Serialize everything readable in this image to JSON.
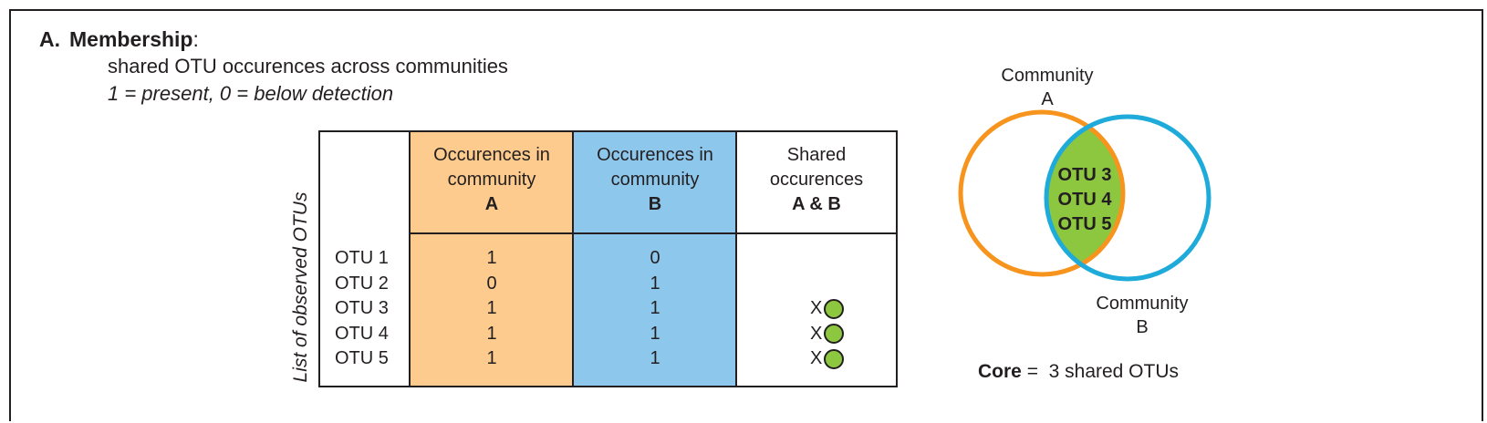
{
  "panel": {
    "letter": "A.",
    "title": "Membership",
    "title_suffix": ":",
    "subtitle": "shared OTU occurences across communities",
    "legend_note": "1 = present, 0 = below detection"
  },
  "table": {
    "row_axis_label": "List of observed OTUs",
    "headers": {
      "a": {
        "line1": "Occurences in",
        "line2": "community",
        "strong": "A"
      },
      "b": {
        "line1": "Occurences in",
        "line2": "community",
        "strong": "B"
      },
      "shared": {
        "line1": "Shared",
        "line2": "occurences",
        "strong": "A & B"
      }
    },
    "rows": [
      {
        "otu": "OTU 1",
        "a": "1",
        "b": "0",
        "shared": ""
      },
      {
        "otu": "OTU 2",
        "a": "0",
        "b": "1",
        "shared": ""
      },
      {
        "otu": "OTU 3",
        "a": "1",
        "b": "1",
        "shared": "X"
      },
      {
        "otu": "OTU 4",
        "a": "1",
        "b": "1",
        "shared": "X"
      },
      {
        "otu": "OTU 5",
        "a": "1",
        "b": "1",
        "shared": "X"
      }
    ]
  },
  "venn": {
    "label_a_line1": "Community",
    "label_a_line2": "A",
    "label_b_line1": "Community",
    "label_b_line2": "B",
    "overlap_items": [
      "OTU 3",
      "OTU 4",
      "OTU 5"
    ],
    "colors": {
      "circle_a": "#f7941d",
      "circle_b": "#1fabd9",
      "overlap": "#8dc63f",
      "col_a_fill": "#fccb8d",
      "col_b_fill": "#8ec7ec"
    }
  },
  "core": {
    "key": "Core",
    "text": " =  3 shared OTUs"
  }
}
